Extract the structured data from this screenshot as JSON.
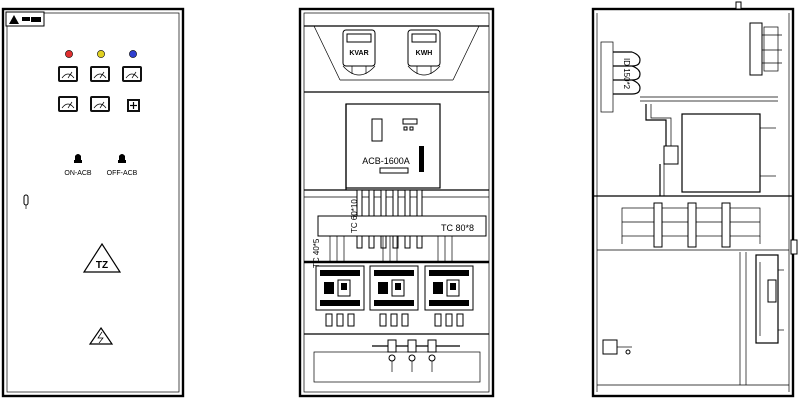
{
  "front_panel": {
    "indicator_colors": [
      "#e03030",
      "#e0d020",
      "#3040d0"
    ],
    "switch_labels": {
      "on": "ON-ACB",
      "off": "OFF-ACB"
    },
    "warning_sign": "TZ"
  },
  "interior_panel": {
    "meters": {
      "kvar": "KVAR",
      "kwh": "KWH"
    },
    "breaker_label": "ACB-1600A",
    "busbar_labels": {
      "tc_80": "TC 80*8",
      "tc_60": "TC 60*10",
      "tc_40": "TC 40*5"
    }
  },
  "side_panel": {
    "cable_label": "ID 150*2"
  }
}
